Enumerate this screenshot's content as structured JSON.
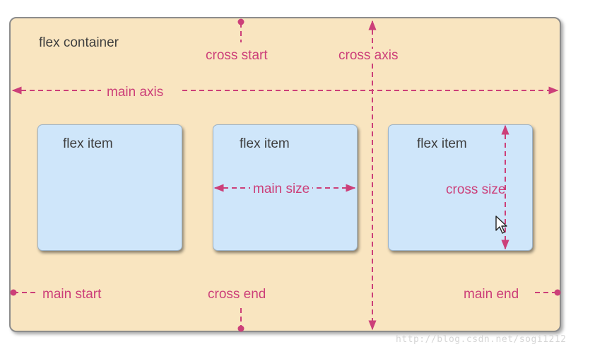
{
  "diagram": {
    "container_label": "flex container",
    "items": [
      {
        "label": "flex item"
      },
      {
        "label": "flex item"
      },
      {
        "label": "flex item"
      }
    ],
    "axes": {
      "main_axis": "main axis",
      "cross_axis": "cross axis",
      "main_start": "main start",
      "main_end": "main end",
      "cross_start": "cross start",
      "cross_end": "cross end",
      "main_size": "main size",
      "cross_size": "cross size"
    }
  },
  "watermark": "http://blog.csdn.net/sogi1212",
  "colors": {
    "container_fill": "#f9e5c0",
    "item_fill": "#cfe6fa",
    "annotation": "#cc3f79",
    "text": "#3f3f3f"
  }
}
